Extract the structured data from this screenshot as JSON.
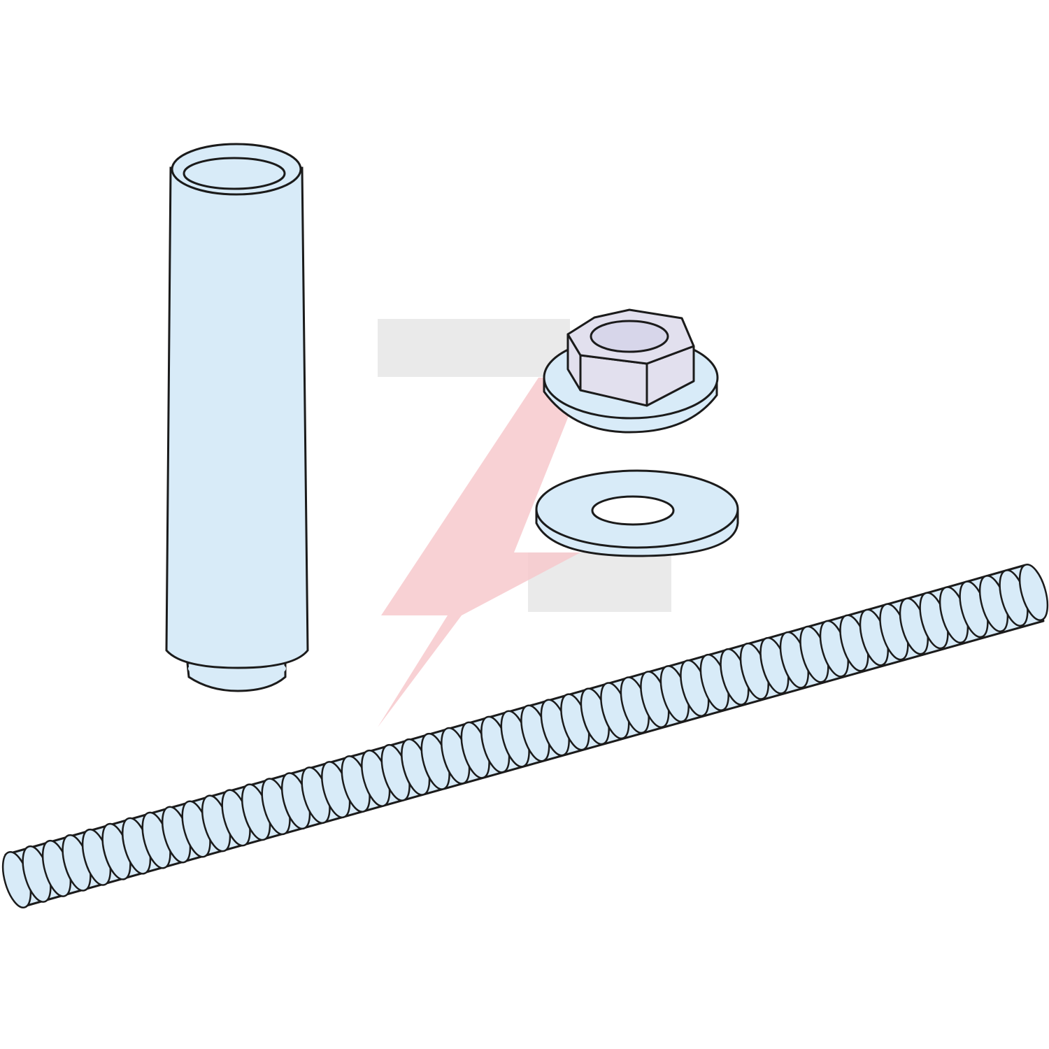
{
  "illustration": {
    "parts": [
      {
        "id": "sleeve",
        "icon": "tapered-sleeve-icon"
      },
      {
        "id": "flange-nut",
        "icon": "flange-hex-nut-icon"
      },
      {
        "id": "washer",
        "icon": "flat-washer-icon"
      },
      {
        "id": "threaded-rod",
        "icon": "threaded-rod-icon"
      }
    ],
    "watermark": {
      "icon": "lightning-z-logo",
      "colors": {
        "bar": "#e3e3e3",
        "bolt": "#f7c9cc"
      }
    }
  },
  "colors": {
    "background": "#ffffff",
    "part_fill": "#d8ebf8",
    "outline": "#1b1b1b"
  }
}
